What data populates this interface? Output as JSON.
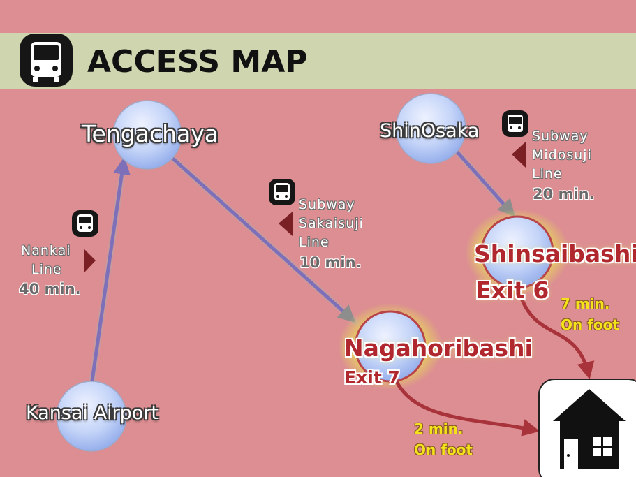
{
  "header": {
    "title": "ACCESS MAP",
    "icon": "train-icon"
  },
  "stations": {
    "tengachaya": "Tengachaya",
    "shinosaka": "ShinOsaka",
    "kansai_airport": "Kansai Airport",
    "shinsaibashi": "Shinsaibashi",
    "shinsaibashi_exit": "Exit 6",
    "nagahoribashi": "Nagahoribashi",
    "nagahoribashi_exit": "Exit 7"
  },
  "routes": {
    "nankai": {
      "line1": "Nankai",
      "line2": "Line",
      "time": "40 min."
    },
    "sakaisuji": {
      "line1": "Subway",
      "line2": "Sakaisuji",
      "line3": "Line",
      "time": "10 min."
    },
    "midosuji": {
      "line1": "Subway",
      "line2": "Midosuji",
      "line3": "Line",
      "time": "20 min."
    }
  },
  "walks": {
    "from_shinsaibashi": {
      "time": "7 min.",
      "mode": "On foot"
    },
    "from_nagahoribashi": {
      "time": "2 min.",
      "mode": "On foot"
    }
  },
  "colors": {
    "background": "#dc8e92",
    "header_band": "#cfd5ae",
    "rail_line": "#7d6fb8",
    "walk_line": "#a8333a",
    "station_fill": "#b4c8f4",
    "exit_text": "#b0282e",
    "foot_text": "#f4e21a"
  },
  "icons": [
    "train-icon",
    "house-icon"
  ]
}
